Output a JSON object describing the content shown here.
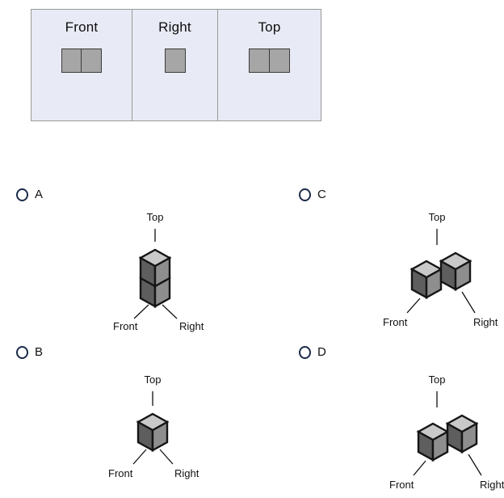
{
  "question": {
    "type": "orthographic-views-to-solid",
    "views_panel": {
      "cells": [
        {
          "title": "Front",
          "square_count": 2
        },
        {
          "title": "Right",
          "square_count": 1
        },
        {
          "title": "Top",
          "square_count": 2
        }
      ]
    },
    "options": [
      {
        "letter": "A",
        "selected": false,
        "labels": {
          "top": "Top",
          "front": "Front",
          "right": "Right"
        },
        "solid": {
          "description": "two cubes stacked vertically",
          "cube_count": 2,
          "arrangement": "vertical-stack"
        }
      },
      {
        "letter": "B",
        "selected": false,
        "labels": {
          "top": "Top",
          "front": "Front",
          "right": "Right"
        },
        "solid": {
          "description": "single cube",
          "cube_count": 1,
          "arrangement": "single"
        }
      },
      {
        "letter": "C",
        "selected": false,
        "labels": {
          "top": "Top",
          "front": "Front",
          "right": "Right"
        },
        "solid": {
          "description": "two cubes side by side along the right direction",
          "cube_count": 2,
          "arrangement": "row-right"
        }
      },
      {
        "letter": "D",
        "selected": false,
        "labels": {
          "top": "Top",
          "front": "Front",
          "right": "Right"
        },
        "solid": {
          "description": "two cubes side by side along the front-back direction",
          "cube_count": 2,
          "arrangement": "row-depth"
        }
      }
    ]
  },
  "colors": {
    "panel_background": "#e8ebf5",
    "panel_border": "#9a9a9a",
    "square_fill": "#a6a6a6",
    "square_border": "#3c3c3c",
    "radio_border": "#1b2a4a",
    "cube_top_face": "#c9c9c9",
    "cube_left_face": "#5e5e5e",
    "cube_right_face": "#8e8e8e",
    "cube_outline": "#151515",
    "text": "#111111",
    "page_background": "#ffffff"
  }
}
